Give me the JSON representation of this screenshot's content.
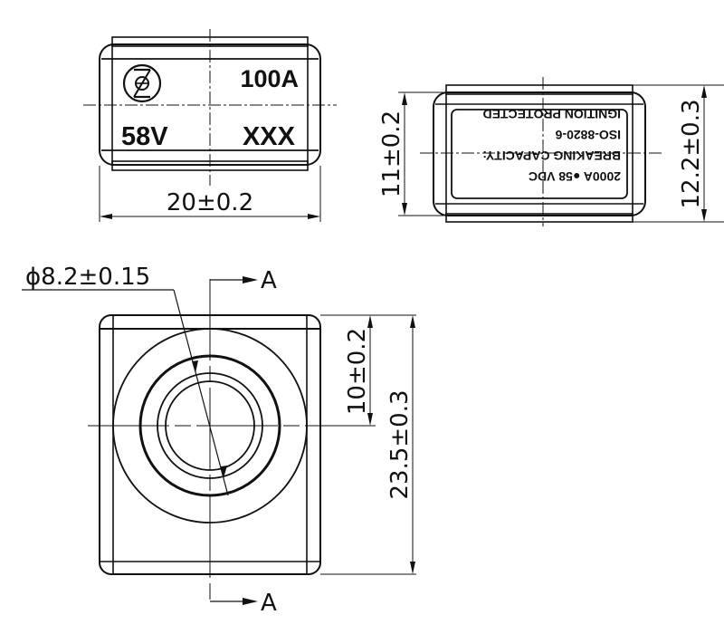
{
  "drawing": {
    "top_view": {
      "labels": {
        "rating_current": "100A",
        "rating_voltage": "58V",
        "code": "XXX",
        "logo": "circle-z-logo"
      },
      "dimensions": {
        "width": "20±0.2"
      }
    },
    "side_view": {
      "label_lines": [
        "2000A  ●58 VDC",
        "BREAKING CAPACITY:",
        "ISO-8820-6",
        "IGNITION PROTECTED"
      ],
      "label_orientation": "rotated-180",
      "dimensions": {
        "inner_height": "11±0.2",
        "outer_height": "12.2±0.3"
      }
    },
    "front_view": {
      "dimensions": {
        "hole_diameter": "ϕ8.2±0.15",
        "center_height": "10±0.2",
        "total_height": "23.5±0.3"
      },
      "section_marks": {
        "top": "A",
        "bottom": "A"
      }
    }
  },
  "colors": {
    "line": "#111111",
    "background": "#ffffff"
  }
}
